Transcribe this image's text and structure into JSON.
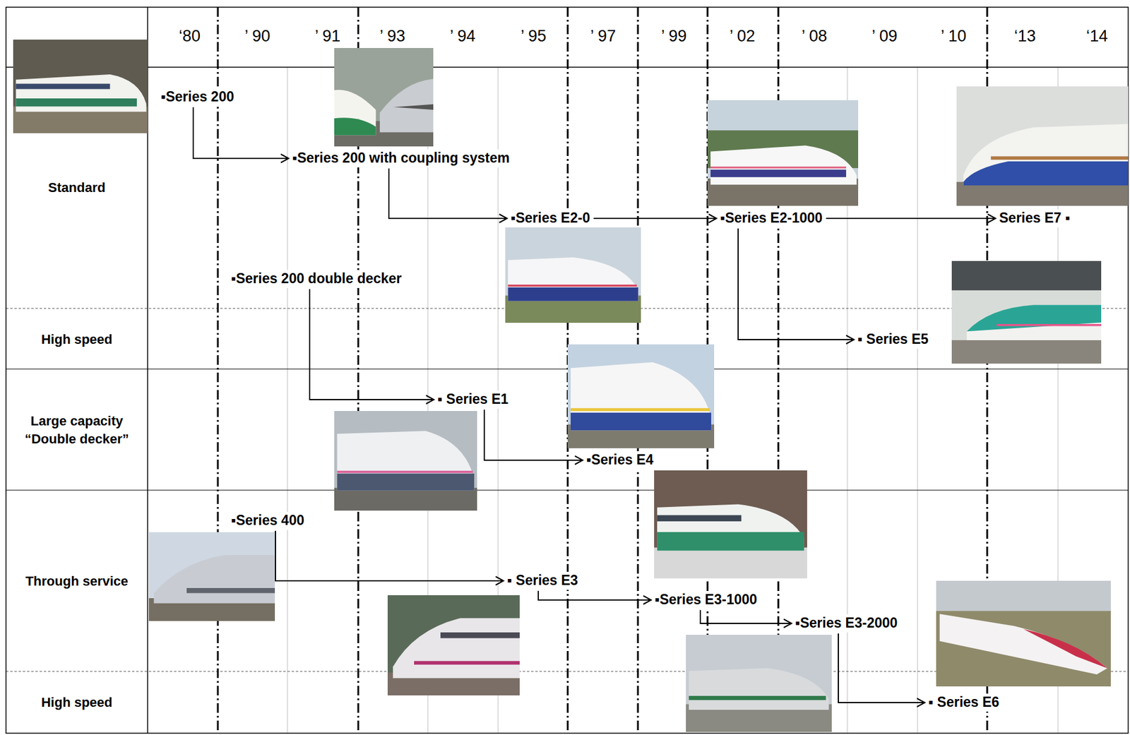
{
  "diagram": {
    "nodes": [
      {
        "text": [
          "▪Series 200"
        ]
      },
      {
        "text": [
          "▪Series 200 with coupling system"
        ]
      },
      {
        "text": [
          "▪Series E2-0"
        ]
      },
      {
        "text": [
          "▪Series E2-1000"
        ]
      },
      {
        "text": [
          "Series E7 ▪"
        ]
      },
      {
        "text": [
          "▪Series 200 double decker"
        ]
      },
      {
        "text": [
          "▪ Series E5"
        ]
      },
      {
        "text": [
          "▪ Series E1"
        ]
      },
      {
        "text": [
          "▪Series E4"
        ]
      },
      {
        "text": [
          "▪Series 400"
        ]
      },
      {
        "text": [
          "▪ Series E3"
        ]
      },
      {
        "text": [
          "▪Series E3-1000"
        ]
      },
      {
        "text": [
          "▪Series E3-2000"
        ]
      },
      {
        "text": [
          "▪ Series E6"
        ]
      }
    ],
    "edges": [
      {
        "from": 0,
        "to": 1,
        "arrow": "to"
      },
      {
        "from": 1,
        "to": 2,
        "arrow": "to"
      },
      {
        "from": 2,
        "to": 3,
        "arrow": "to"
      },
      {
        "from": 3,
        "to": 4,
        "arrow": "to"
      },
      {
        "from": 3,
        "to": 6,
        "arrow": "to"
      },
      {
        "from": 5,
        "to": 7,
        "arrow": "to"
      },
      {
        "from": 7,
        "to": 8,
        "arrow": "to"
      },
      {
        "from": 9,
        "to": 10,
        "arrow": "to"
      },
      {
        "from": 10,
        "to": 11,
        "arrow": "to"
      },
      {
        "from": 11,
        "to": 12,
        "arrow": "to"
      },
      {
        "from": 12,
        "to": 13,
        "arrow": "to"
      }
    ],
    "labels": [
      "‘80",
      "’ 90",
      "’ 91",
      "’ 93",
      "’ 94",
      "’ 95",
      "’ 97",
      "’ 99",
      "’ 02",
      "’ 08",
      "’ 09",
      "’ 10",
      "‘13",
      "‘14",
      "Standard",
      "High speed",
      "Large capacity “Double decker”",
      "Through service",
      "High speed"
    ]
  }
}
